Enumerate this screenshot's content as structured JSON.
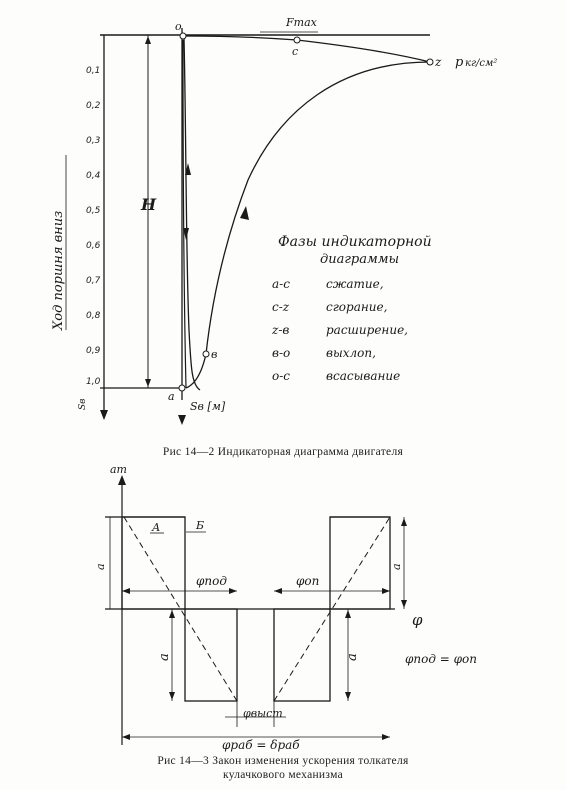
{
  "figure1": {
    "caption": "Рис  14—2  Индикаторная  диаграмма  двигателя",
    "y_axis_label": "Ход поршня вниз",
    "y_ticks": [
      "0,1",
      "0,2",
      "0,3",
      "0,4",
      "0,5",
      "0,6",
      "0,7",
      "0,8",
      "0,9",
      "1,0"
    ],
    "x_axis_label": "p[кг/см²]",
    "x_axis_unit": "кг/см²",
    "x_axis_letter": "p",
    "s_axis_label": "Sв [м]",
    "s_axis_short": "Sв",
    "h_label": "Н",
    "fmax_label": "Fmax",
    "points": {
      "o": "о",
      "c": "с",
      "z": "z",
      "b": "в",
      "a": "а"
    },
    "phases_title": "Фазы индикаторной",
    "phases_title2": "диаграммы",
    "phases": [
      {
        "code": "а-с",
        "name": "сжатие,"
      },
      {
        "code": "с-z",
        "name": "сгорание,"
      },
      {
        "code": "z-в",
        "name": "расширение,"
      },
      {
        "code": "в-о",
        "name": "выхлоп,"
      },
      {
        "code": "о-с",
        "name": "всасывание"
      }
    ]
  },
  "figure2": {
    "caption_line1": "Рис  14—3  Закон  изменения  ускорения  толкателя",
    "caption_line2": "кулачкового  механизма",
    "y_axis_label": "aт",
    "x_axis_label": "φ",
    "label_A": "А",
    "label_B": "Б",
    "a_label": "a",
    "phi_pod": "φпод",
    "phi_op": "φоп",
    "phi_vist": "φвыст",
    "phi_rab": "φраб = δраб",
    "phi_eq": "φпод = φоп"
  }
}
